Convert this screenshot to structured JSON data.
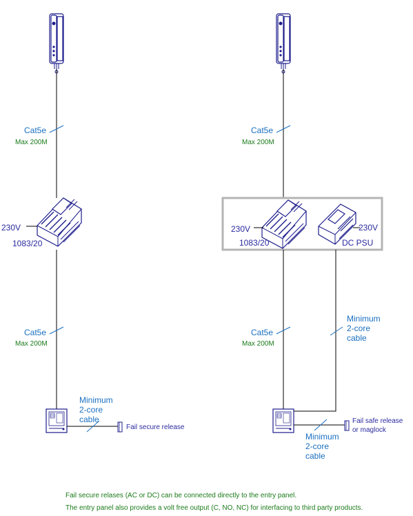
{
  "left": {
    "cable_top": {
      "type": "Cat5e",
      "length": "Max 200M"
    },
    "power_unit": {
      "input": "230V",
      "model": "1083/20"
    },
    "cable_bottom": {
      "type": "Cat5e",
      "length": "Max 200M"
    },
    "release_cable": [
      "Minimum",
      "2-core",
      "cable"
    ],
    "release_label": "Fail secure release"
  },
  "right": {
    "cable_top": {
      "type": "Cat5e",
      "length": "Max 200M"
    },
    "power_unit": {
      "input": "230V",
      "model": "1083/20"
    },
    "psu": {
      "input": "230V",
      "label": "DC PSU"
    },
    "cable_bottom": {
      "type": "Cat5e",
      "length": "Max 200M"
    },
    "psu_cable": [
      "Minimum",
      "2-core",
      "cable"
    ],
    "release_cable": [
      "Minimum",
      "2-core",
      "cable"
    ],
    "release_label": [
      "Fail safe release",
      "or maglock"
    ]
  },
  "notes": [
    "Fail secure relases (AC or DC) can be connected directly to the entry panel.",
    "The entry panel also provides a volt free output (C, NO, NC) for interfacing to third party products."
  ]
}
